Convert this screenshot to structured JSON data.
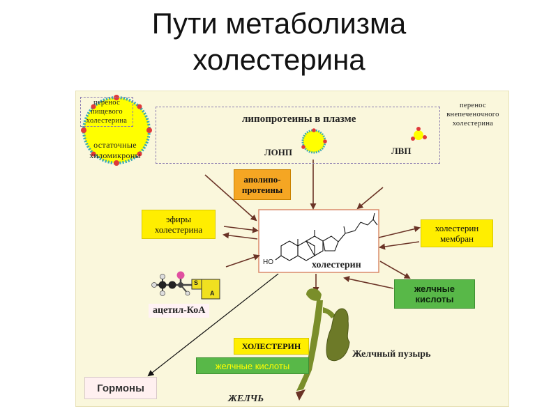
{
  "title": {
    "line1": "Пути метаболизма",
    "line2": "холестерина"
  },
  "diagram": {
    "transfer_food": [
      "перенос",
      "пищевого",
      "холестерина"
    ],
    "transfer_extrahepatic": [
      "перенос",
      "внепеченочного",
      "холестерина"
    ],
    "residual_chylomicrons": [
      "остаточные",
      "хиломикроны"
    ],
    "plasma_lipoproteins": "липопротеины в плазме",
    "lonp": "ЛОНП",
    "lvp": "ЛВП",
    "apolipoproteins": [
      "аполипо-",
      "протеины"
    ],
    "cholesterol_esters": [
      "эфиры",
      "холестерина"
    ],
    "membrane_cholesterol": [
      "холестерин",
      "мембран"
    ],
    "bile_acids_right": [
      "желчные",
      "кислоты"
    ],
    "ho_label": "HO",
    "cholesterol_label": "холестерин",
    "acetyl_coa": "ацетил-КоА",
    "coa_s": "S",
    "coa_a": "A",
    "cholesterol_caps": "ХОЛЕСТЕРИН",
    "bile_acids_bottom": "желчные кислоты",
    "gallbladder": "Желчный пузырь",
    "hormones": "Гормоны",
    "bile": "ЖЕЛЧЬ"
  },
  "colors": {
    "yellow": "#ffee00",
    "green": "#58b848",
    "orange": "#f5a623",
    "liver_green": "#7a8e2a",
    "gallbladder": "#6d7a28",
    "arrow": "#7a3a2a"
  },
  "icons": {
    "lipoprotein_particle": "yellow-sphere-with-beads",
    "cholesterol_structure": "steroid-ring-structure",
    "acetyl_coa_molecule": "ball-and-stick-molecule"
  }
}
